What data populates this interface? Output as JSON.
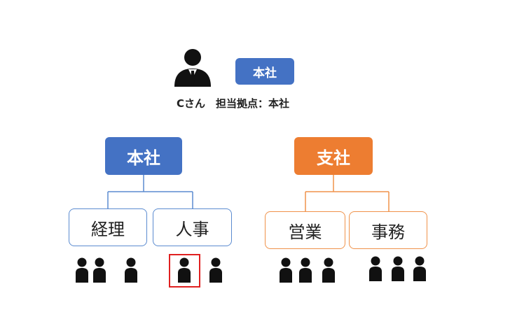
{
  "header": {
    "person_icon": "person-icon",
    "location_badge": "本社",
    "caption": "Cさん　担当拠点：本社"
  },
  "org": {
    "head_office": {
      "label": "本社",
      "color": "#4472c4",
      "departments": [
        {
          "label": "経理",
          "staff_count": 3
        },
        {
          "label": "人事",
          "staff_count": 2,
          "highlighted_member_index": 0
        }
      ]
    },
    "branch": {
      "label": "支社",
      "color": "#ed7d31",
      "departments": [
        {
          "label": "営業",
          "staff_count": 3
        },
        {
          "label": "事務",
          "staff_count": 3
        }
      ]
    }
  },
  "colors": {
    "highlight": "#e02020",
    "line_blue": "#5b8bd0",
    "line_orange": "#f0924a"
  }
}
